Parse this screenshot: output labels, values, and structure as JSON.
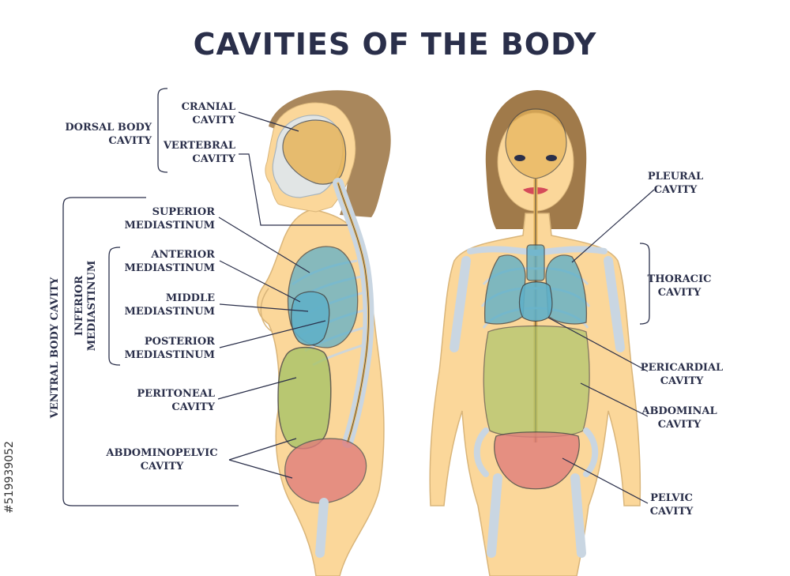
{
  "title": "CAVITIES OF THE BODY",
  "labels": {
    "dorsal": "DORSAL BODY\nCAVITY",
    "cranial": "CRANIAL\nCAVITY",
    "vertebral": "VERTEBRAL\nCAVITY",
    "superior": "SUPERIOR\nMEDIASTINUM",
    "anterior": "ANTERIOR\nMEDIASTINUM",
    "middle": "MIDDLE\nMEDIASTINUM",
    "posterior": "POSTERIOR\nMEDIASTINUM",
    "peritoneal": "PERITONEAL\nCAVITY",
    "abdominopelvic": "ABDOMINOPELVIC\nCAVITY",
    "ventral": "VENTRAL BODY CAVITY",
    "inferior": "INFERIOR\nMEDIASTINUM",
    "pleural": "PLEURAL\nCAVITY",
    "thoracic": "THORACIC\nCAVITY",
    "pericardial": "PERICARDIAL\nCAVITY",
    "abdominal": "ABDOMINAL\nCAVITY",
    "pelvic": "PELVIC\nCAVITY"
  },
  "stock_id": "#519939052",
  "colors": {
    "skin": "#fbd79a",
    "hair": "#a07a4a",
    "lung": "#5fb0c8",
    "abdomen": "#a8c468",
    "pelvis": "#e07e7c",
    "cranial": "#e7b45a",
    "bone": "#c9d6e2",
    "ink": "#2a2f4a"
  }
}
